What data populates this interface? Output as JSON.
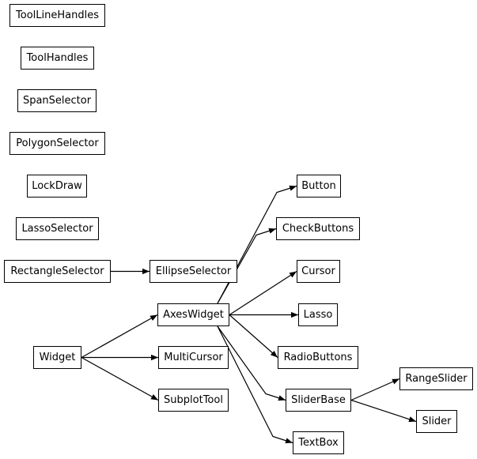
{
  "diagram": {
    "nodes": {
      "toollinehandles": "ToolLineHandles",
      "toolhandles": "ToolHandles",
      "spanselector": "SpanSelector",
      "polygonselector": "PolygonSelector",
      "lockdraw": "LockDraw",
      "lassoselector": "LassoSelector",
      "rectangleselector": "RectangleSelector",
      "ellipseselector": "EllipseSelector",
      "axeswidget": "AxesWidget",
      "widget": "Widget",
      "multicursor": "MultiCursor",
      "subplottool": "SubplotTool",
      "button": "Button",
      "checkbuttons": "CheckButtons",
      "cursor": "Cursor",
      "lasso": "Lasso",
      "radiobuttons": "RadioButtons",
      "sliderbase": "SliderBase",
      "textbox": "TextBox",
      "rangeslider": "RangeSlider",
      "slider": "Slider"
    },
    "edges": [
      {
        "from": "rectangleselector",
        "to": "ellipseselector"
      },
      {
        "from": "widget",
        "to": "axeswidget"
      },
      {
        "from": "widget",
        "to": "multicursor"
      },
      {
        "from": "widget",
        "to": "subplottool"
      },
      {
        "from": "axeswidget",
        "to": "button"
      },
      {
        "from": "axeswidget",
        "to": "checkbuttons"
      },
      {
        "from": "axeswidget",
        "to": "cursor"
      },
      {
        "from": "axeswidget",
        "to": "lasso"
      },
      {
        "from": "axeswidget",
        "to": "radiobuttons"
      },
      {
        "from": "axeswidget",
        "to": "sliderbase"
      },
      {
        "from": "axeswidget",
        "to": "textbox"
      },
      {
        "from": "sliderbase",
        "to": "rangeslider"
      },
      {
        "from": "sliderbase",
        "to": "slider"
      }
    ]
  }
}
